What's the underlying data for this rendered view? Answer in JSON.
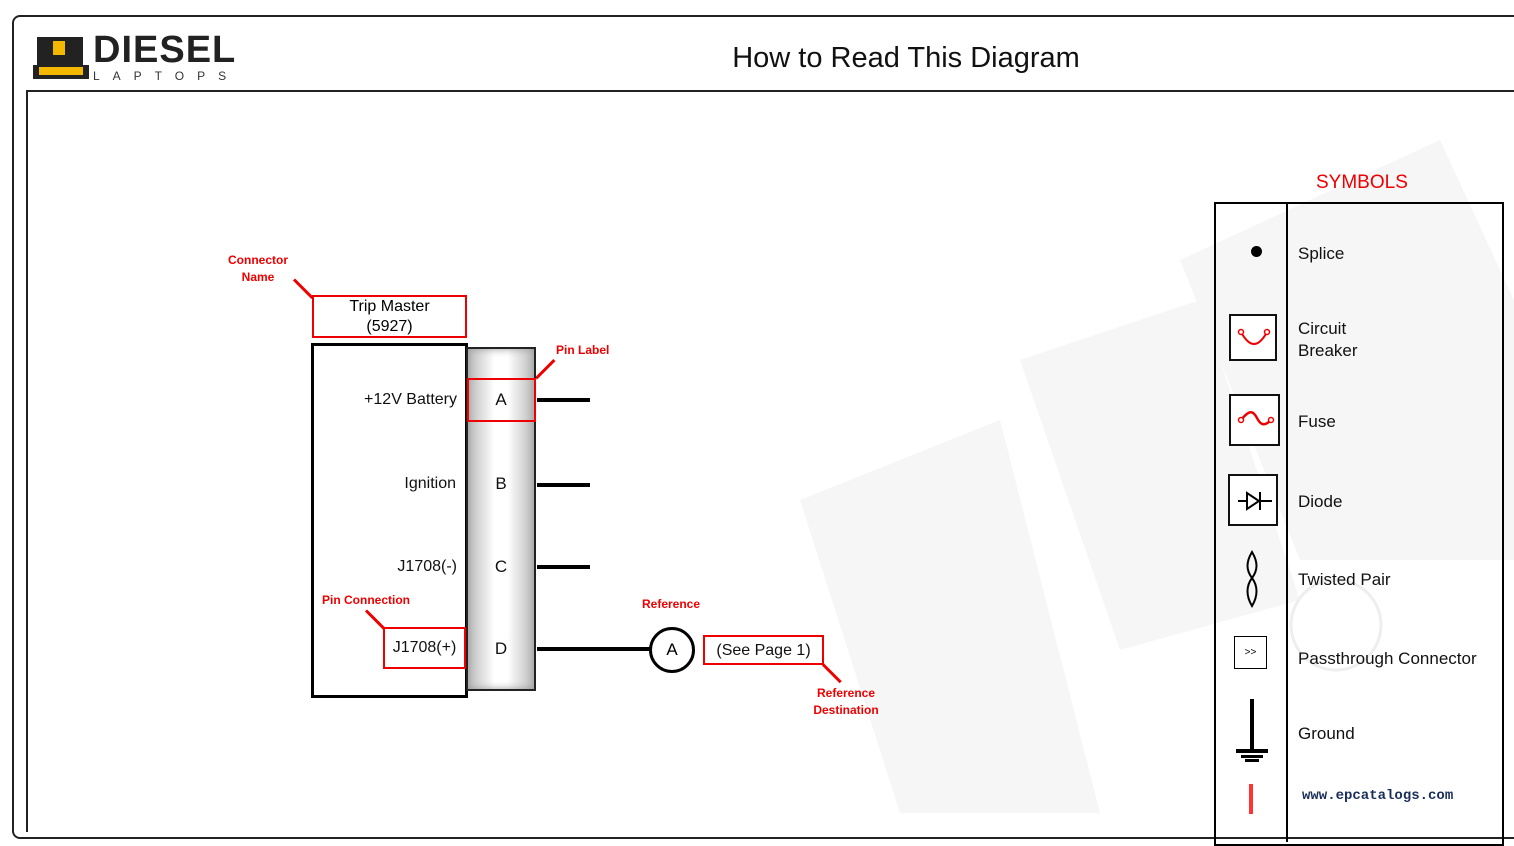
{
  "header": {
    "title": "How to Read This Diagram",
    "logo_main": "DIESEL",
    "logo_sub": "LAPTOPS"
  },
  "annotations": {
    "connector_name": [
      "Connector",
      "Name"
    ],
    "pin_label": "Pin Label",
    "pin_connection": "Pin Connection",
    "reference": "Reference",
    "reference_destination": [
      "Reference",
      "Destination"
    ]
  },
  "connector": {
    "name": "Trip Master",
    "number": "(5927)",
    "pins": [
      {
        "label": "A",
        "function": "+12V Battery"
      },
      {
        "label": "B",
        "function": "Ignition"
      },
      {
        "label": "C",
        "function": "J1708(-)"
      },
      {
        "label": "D",
        "function": "J1708(+)"
      }
    ]
  },
  "reference": {
    "letter": "A",
    "destination": "(See Page 1)"
  },
  "symbols": {
    "title": "SYMBOLS",
    "items": [
      {
        "name": "Splice"
      },
      {
        "name": "Circuit",
        "name2": "Breaker"
      },
      {
        "name": "Fuse"
      },
      {
        "name": "Diode"
      },
      {
        "name": "Twisted Pair"
      },
      {
        "name": "Passthrough Connector",
        "glyph": ">>"
      },
      {
        "name": "Ground"
      }
    ]
  },
  "watermark_url": "www.epcatalogs.com",
  "colors": {
    "accent": "#e00000",
    "logo_yellow": "#f5b800"
  }
}
